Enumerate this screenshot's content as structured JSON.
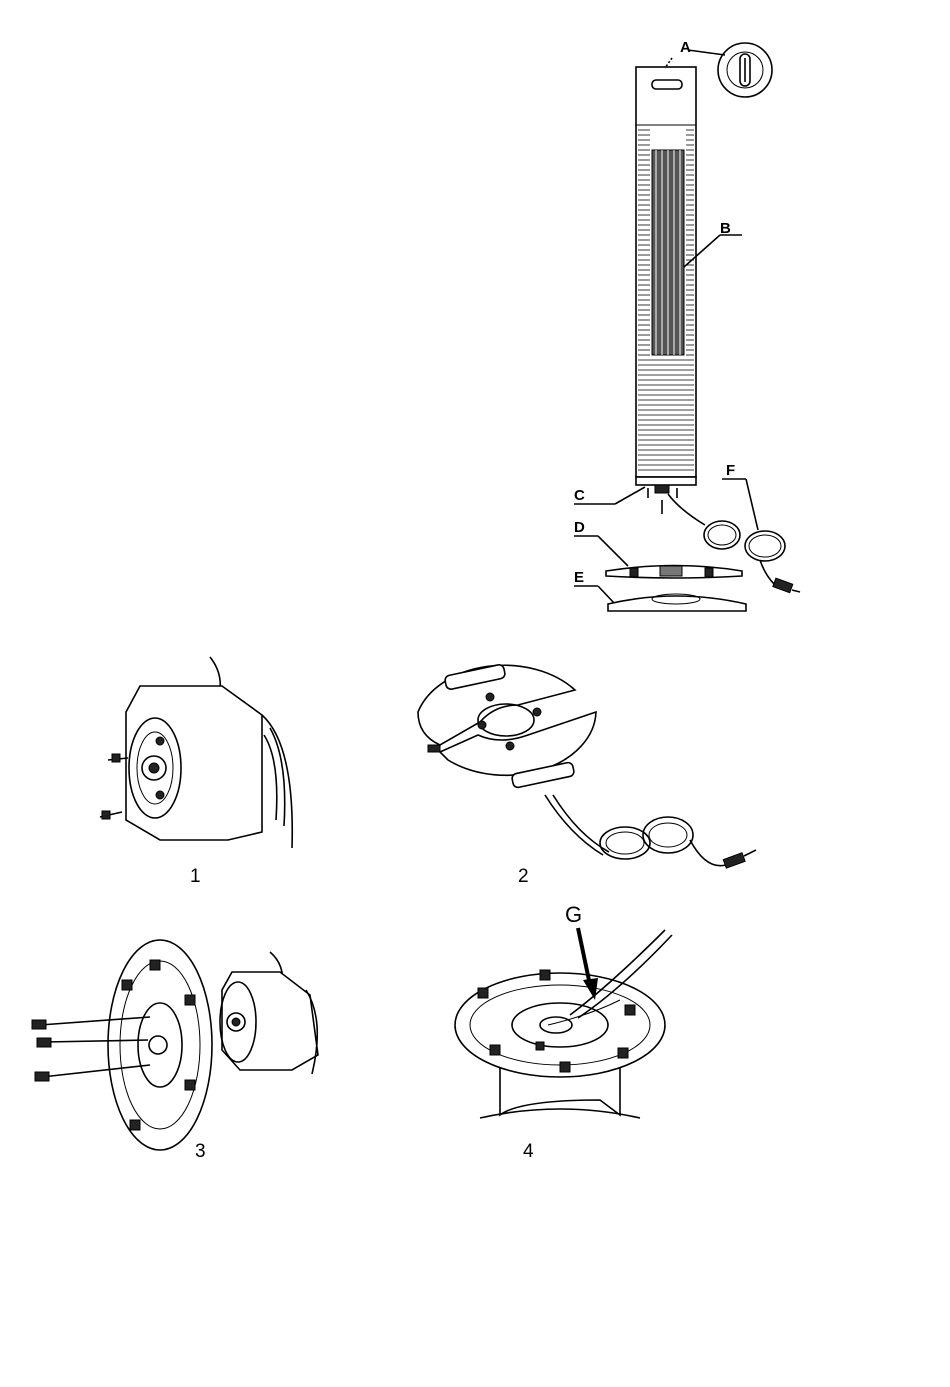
{
  "callouts": {
    "a": "A",
    "b": "B",
    "c": "C",
    "d": "D",
    "e": "E",
    "f": "F",
    "g": "G"
  },
  "step_captions": [
    "1",
    "2",
    "3",
    "4"
  ],
  "colors": {
    "ink": "#000000",
    "paper": "#ffffff",
    "shade": "#222222"
  }
}
